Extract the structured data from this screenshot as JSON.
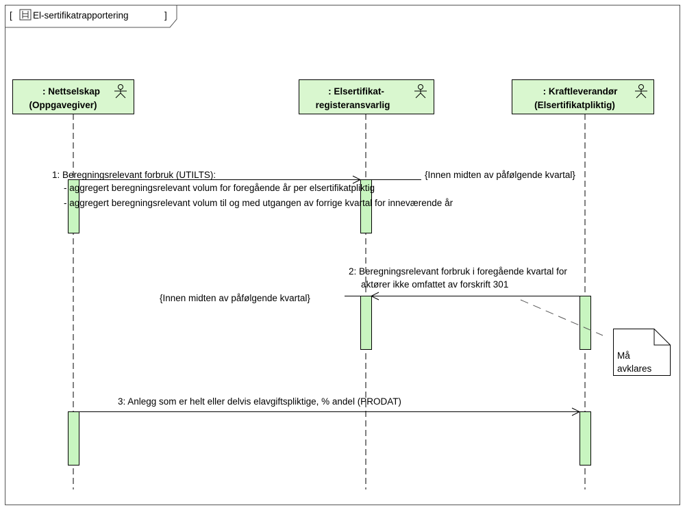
{
  "frame": {
    "title": "El-sertifikatrapportering",
    "open_bracket": "[",
    "close_bracket": "]"
  },
  "lifelines": [
    {
      "line1": ": Nettselskap",
      "line2": "(Oppgavegiver)",
      "icon": "actor-icon"
    },
    {
      "line1": ": Elsertifikat-",
      "line2": "registeransvarlig",
      "icon": "actor-icon"
    },
    {
      "line1": ": Kraftleverandør",
      "line2": "(Elsertifikatpliktig)",
      "icon": "actor-icon"
    }
  ],
  "messages": [
    {
      "label": "1: Beregningsrelevant forbruk (UTILTS):",
      "constraint": "{Innen midten av påfølgende kvartal}",
      "details": [
        "- aggregert beregningsrelevant volum for foregående år per elsertifikatpliktig",
        "- aggregert beregningsrelevant volum til og med utgangen av forrige kvartal for inneværende år"
      ]
    },
    {
      "label_line1": "2: Beregningsrelevant forbruk i foregående kvartal for",
      "label_line2": "aktører ikke omfattet av forskrift 301",
      "constraint": "{Innen midten av påfølgende kvartal}"
    },
    {
      "label": "3: Anlegg som er helt eller delvis elavgiftspliktige, % andel (PRODAT)"
    }
  ],
  "note": {
    "line1": "Må",
    "line2": "avklares"
  },
  "colors": {
    "lifeline_fill": "#d9f7cf",
    "activation_fill": "#c8f5c0",
    "line": "#000000",
    "dash": "#555555"
  }
}
